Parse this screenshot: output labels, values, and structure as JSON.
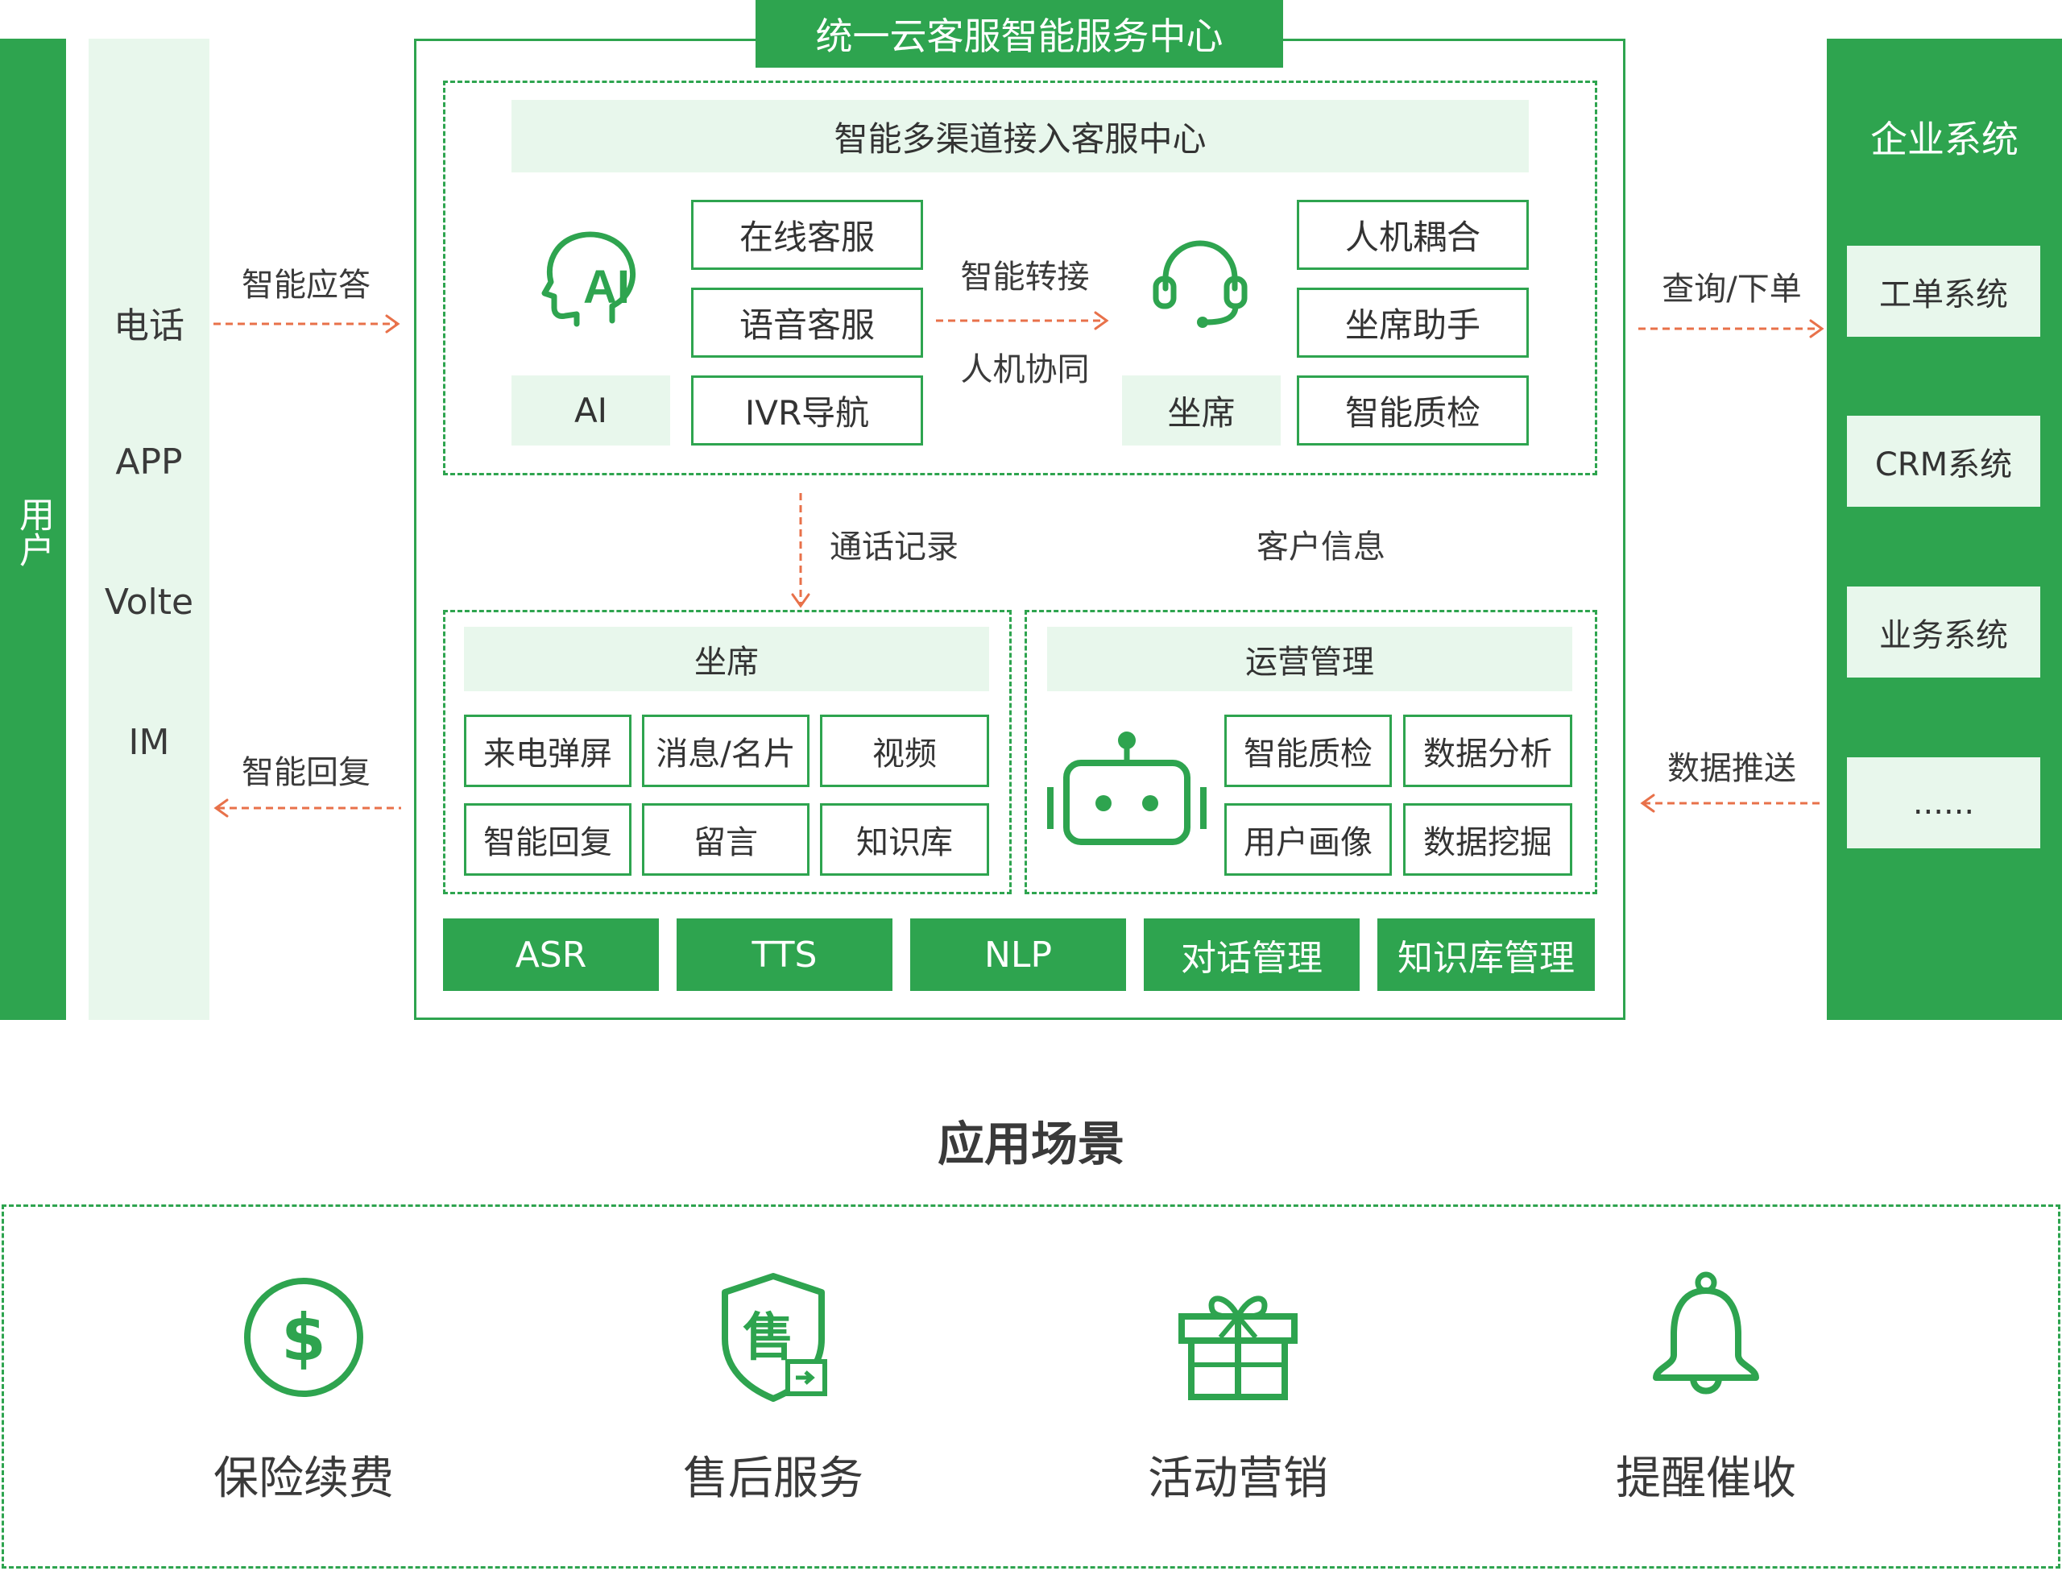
{
  "user": {
    "label": "用户",
    "channels": [
      "电话",
      "APP",
      "Volte",
      "IM"
    ]
  },
  "arrows": {
    "smart_answer": "智能应答",
    "smart_reply": "智能回复",
    "query_order": "查询/下单",
    "data_push": "数据推送",
    "call_record": "通话记录",
    "customer_info": "客户信息",
    "smart_transfer": "智能转接",
    "human_machine": "人机协同"
  },
  "center": {
    "title": "统一云客服智能服务中心",
    "top_header": "智能多渠道接入客服中心",
    "ai_label": "AI",
    "ai_services": [
      "在线客服",
      "语音客服",
      "IVR导航"
    ],
    "seat_label": "坐席",
    "seat_services": [
      "人机耦合",
      "坐席助手",
      "智能质检"
    ],
    "seat_block": {
      "title": "坐席",
      "items": [
        "来电弹屏",
        "消息/名片",
        "视频",
        "智能回复",
        "留言",
        "知识库"
      ]
    },
    "ops_block": {
      "title": "运营管理",
      "items": [
        "智能质检",
        "数据分析",
        "用户画像",
        "数据挖掘"
      ]
    },
    "tech": [
      "ASR",
      "TTS",
      "NLP",
      "对话管理",
      "知识库管理"
    ]
  },
  "enterprise": {
    "title": "企业系统",
    "items": [
      "工单系统",
      "CRM系统",
      "业务系统",
      "......"
    ]
  },
  "scenarios": {
    "title": "应用场景",
    "items": [
      {
        "label": "保险续费",
        "icon": "dollar-coin-icon"
      },
      {
        "label": "售后服务",
        "icon": "shield-sale-icon"
      },
      {
        "label": "活动营销",
        "icon": "gift-icon"
      },
      {
        "label": "提醒催收",
        "icon": "bell-icon"
      }
    ]
  },
  "colors": {
    "green": "#2ea44f",
    "light_green": "#e8f7ec",
    "arrow": "#e8714a"
  }
}
